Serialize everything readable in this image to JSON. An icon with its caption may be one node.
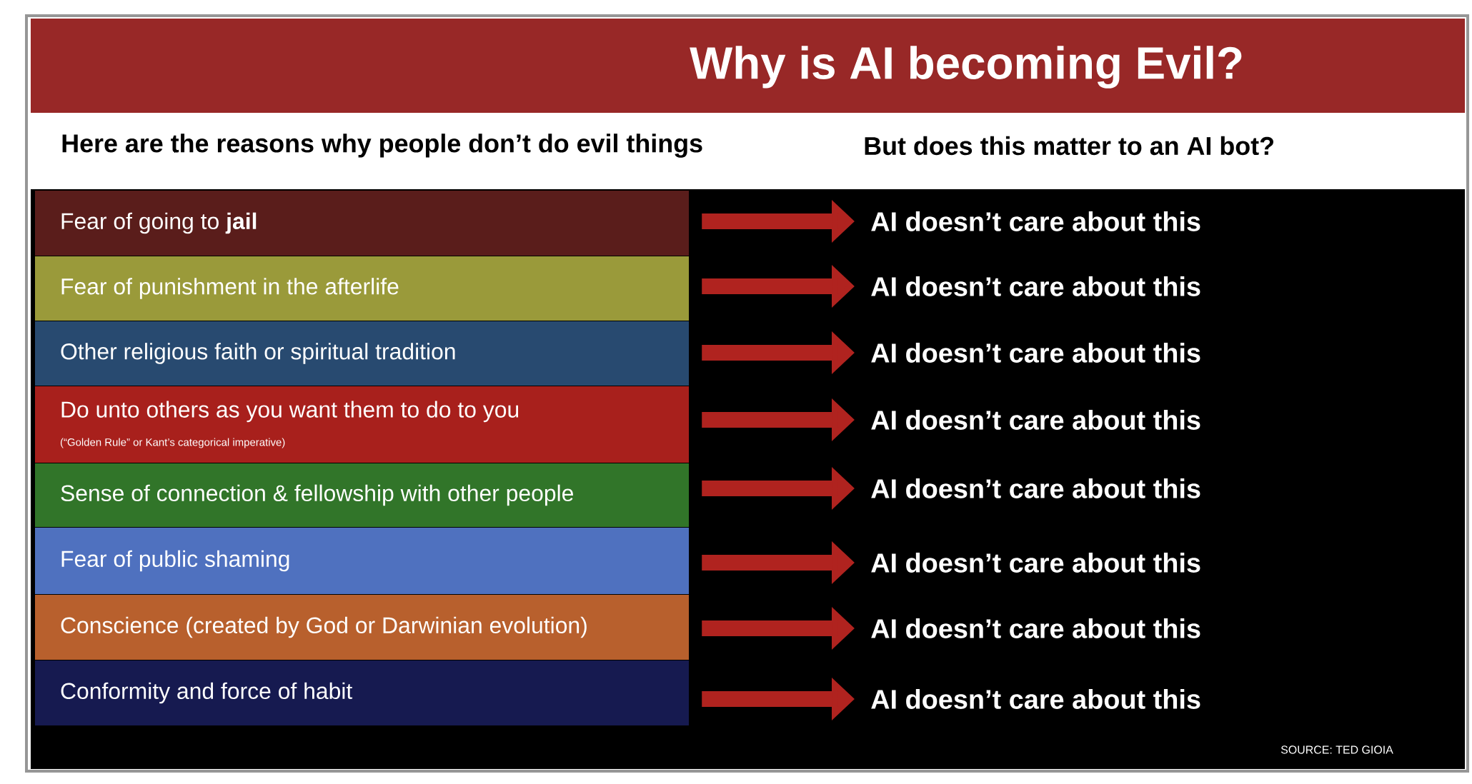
{
  "diagram": {
    "title": "Why is AI becoming Evil?",
    "nodes": [
      {
        "text": [
          "Fear of going to **jail**"
        ]
      },
      {
        "text": [
          "Fear of punishment in the afterlife"
        ]
      },
      {
        "text": [
          "Other religious faith or spiritual tradition"
        ]
      },
      {
        "text": [
          "Do unto others as you want them to do to you",
          "(“Golden Rule” or Kant’s categorical imperative)"
        ]
      },
      {
        "text": [
          "Sense of connection & fellowship with other people"
        ]
      },
      {
        "text": [
          "Fear of public shaming"
        ]
      },
      {
        "text": [
          "Conscience (created by God or Darwinian evolution)"
        ]
      },
      {
        "text": [
          "Conformity and force of habit"
        ]
      },
      {
        "text": [
          "AI doesn’t care about this"
        ]
      },
      {
        "text": [
          "AI doesn’t care about this"
        ]
      },
      {
        "text": [
          "AI doesn’t care about this"
        ]
      },
      {
        "text": [
          "AI doesn’t care about this"
        ]
      },
      {
        "text": [
          "AI doesn’t care about this"
        ]
      },
      {
        "text": [
          "AI doesn’t care about this"
        ]
      },
      {
        "text": [
          "AI doesn’t care about this"
        ]
      },
      {
        "text": [
          "AI doesn’t care about this"
        ]
      }
    ],
    "edges": [
      {
        "from": 0,
        "to": 8,
        "arrow": "to"
      },
      {
        "from": 1,
        "to": 9,
        "arrow": "to"
      },
      {
        "from": 2,
        "to": 10,
        "arrow": "to"
      },
      {
        "from": 3,
        "to": 11,
        "arrow": "to"
      },
      {
        "from": 4,
        "to": 12,
        "arrow": "to"
      },
      {
        "from": 5,
        "to": 13,
        "arrow": "to"
      },
      {
        "from": 6,
        "to": 14,
        "arrow": "to"
      },
      {
        "from": 7,
        "to": 15,
        "arrow": "to"
      }
    ],
    "labels": [
      "Here are the reasons why people don’t do evil things",
      "But does this matter to an AI bot?",
      "SOURCE: TED GIOIA"
    ]
  }
}
